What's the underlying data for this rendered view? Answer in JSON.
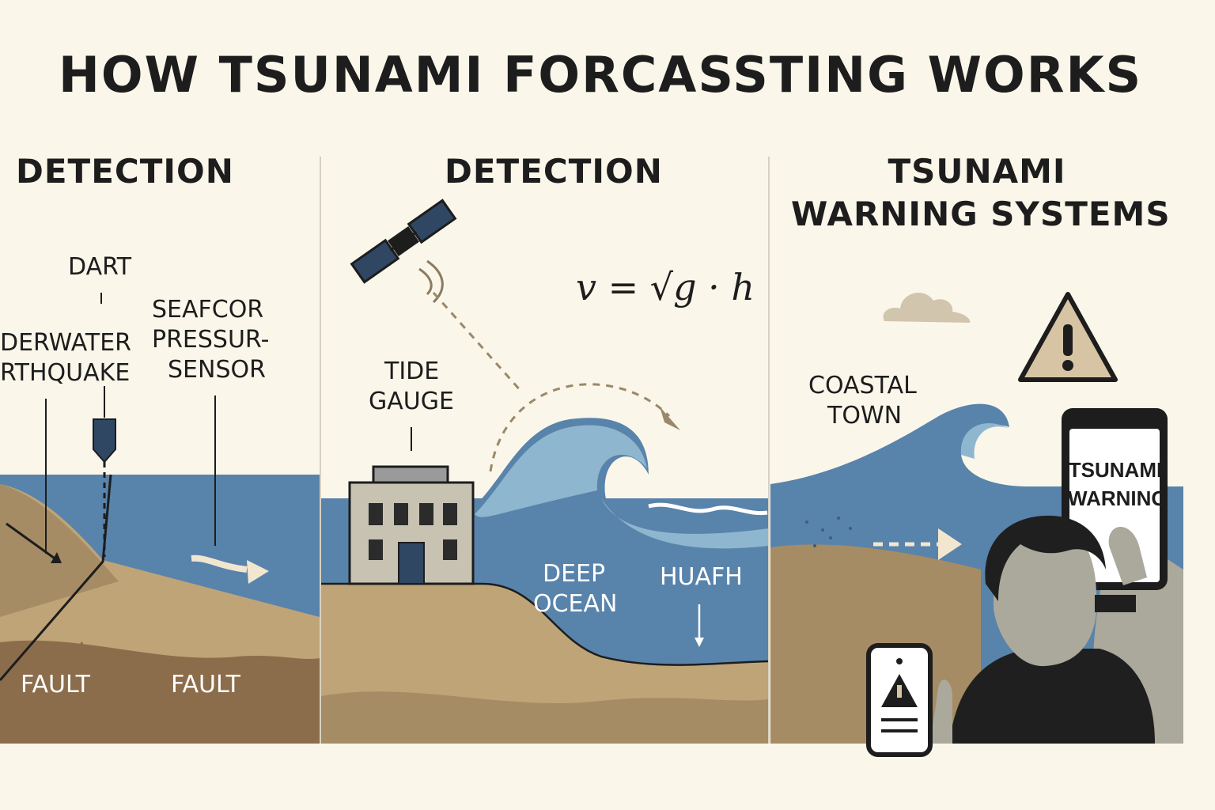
{
  "title": "HOW TSUNAMI FORCASSTING WORKS",
  "panels": [
    {
      "title": "DETECTION",
      "labels": {
        "dart": "DART",
        "quake_line1": "DERWATER",
        "quake_line2": "RTHQUAKE",
        "sensor_line1": "SEAFCOR",
        "sensor_line2": "PRESSUR-",
        "sensor_line3": "SENSOR",
        "fault_left": "FAULT",
        "fault_right": "FAULT"
      }
    },
    {
      "title": "DETECTION",
      "formula": "v = √g · h",
      "labels": {
        "tide_line1": "TIDE",
        "tide_line2": "GAUGE",
        "deep_line1": "DEEP",
        "deep_line2": "OCEAN",
        "huafh": "HUAFH"
      }
    },
    {
      "title_line1": "TSUNAMI",
      "title_line2": "WARNING SYSTEMS",
      "labels": {
        "coastal_line1": "COASTAL",
        "coastal_line2": "TOWN",
        "phone_line1": "TSUNAMI",
        "phone_line2": "WARNING"
      }
    }
  ],
  "colors": {
    "background": "#fbf6ea",
    "ocean": "#5883ab",
    "wave_light": "#8fb6cf",
    "sand": "#bfa478",
    "earth": "#8c6d4b",
    "ink": "#1d1d1d",
    "warning": "#d7c4a4"
  }
}
